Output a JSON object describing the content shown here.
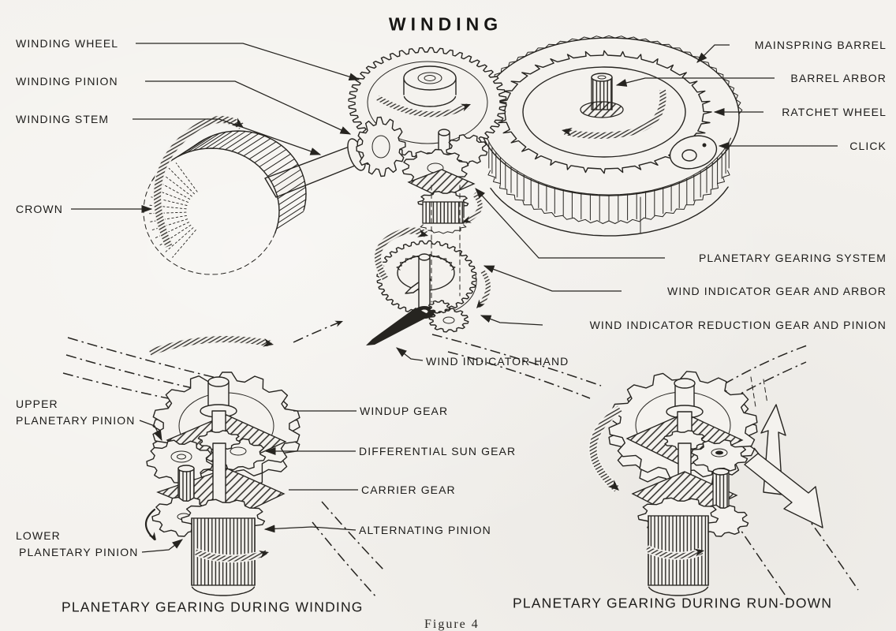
{
  "title": "WINDING",
  "figure_caption": "Figure 4",
  "captions": {
    "left": "PLANETARY GEARING DURING WINDING",
    "right": "PLANETARY GEARING DURING RUN-DOWN"
  },
  "labels": {
    "winding_wheel": "WINDING WHEEL",
    "winding_pinion": "WINDING PINION",
    "winding_stem": "WINDING STEM",
    "crown": "CROWN",
    "mainspring_barrel": "MAINSPRING BARREL",
    "barrel_arbor": "BARREL ARBOR",
    "ratchet_wheel": "RATCHET WHEEL",
    "click": "CLICK",
    "planetary_gearing_system": "PLANETARY GEARING SYSTEM",
    "wind_indicator_gear_and_arbor": "WIND INDICATOR GEAR AND ARBOR",
    "wind_indicator_reduction_gear_and_pinion": "WIND INDICATOR REDUCTION GEAR AND PINION",
    "wind_indicator_hand": "WIND INDICATOR HAND",
    "windup_gear": "WINDUP GEAR",
    "differential_sun_gear": "DIFFERENTIAL SUN GEAR",
    "carrier_gear": "CARRIER GEAR",
    "alternating_pinion": "ALTERNATING PINION",
    "upper_planetary_pinion": [
      "UPPER",
      "PLANETARY PINION"
    ],
    "lower_planetary_pinion": [
      "LOWER",
      "PLANETARY PINION"
    ]
  },
  "colors": {
    "background": "#f4f2ee",
    "ink": "#262420"
  }
}
